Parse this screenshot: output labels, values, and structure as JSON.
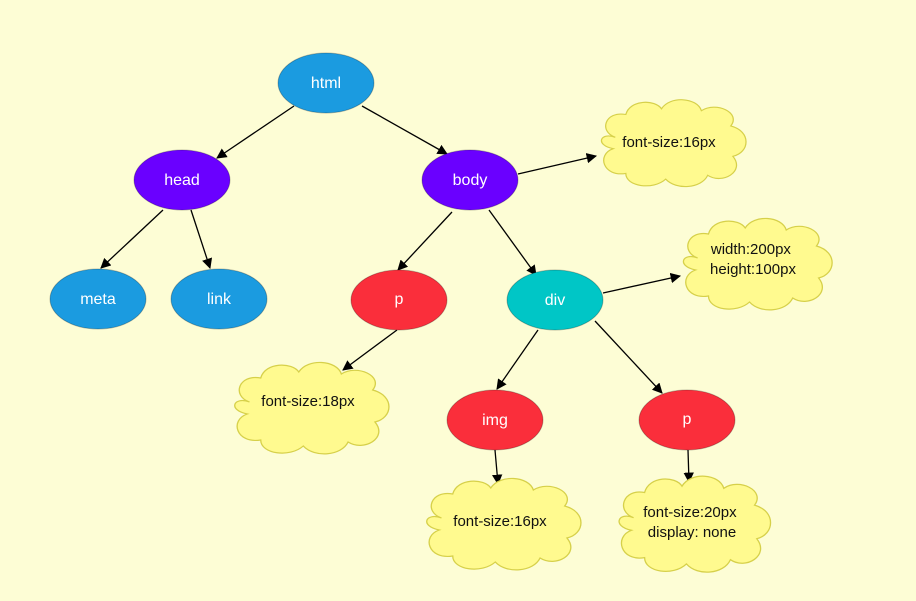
{
  "colors": {
    "background": "#fdfdd5",
    "html_node": "#1b9be0",
    "structure_node": "#6a00ff",
    "leaf_node": "#1b9be0",
    "element_node": "#fa2e3b",
    "div_node": "#00c6c6",
    "cloud_fill": "#fffa8f",
    "cloud_stroke": "#d6d04a"
  },
  "nodes": {
    "html": "html",
    "head": "head",
    "body": "body",
    "meta": "meta",
    "link": "link",
    "p1": "p",
    "div": "div",
    "img": "img",
    "p2": "p"
  },
  "styles": {
    "body_style": [
      "font-size:16px"
    ],
    "div_style": [
      "width:200px",
      "height:100px"
    ],
    "p1_style": [
      "font-size:18px"
    ],
    "img_style": [
      "font-size:16px"
    ],
    "p2_style": [
      "font-size:20px",
      "display: none"
    ]
  }
}
